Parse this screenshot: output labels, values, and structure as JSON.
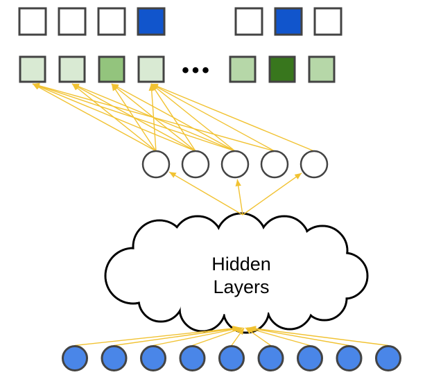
{
  "diagram": {
    "top_row": {
      "cells": [
        "white",
        "white",
        "white",
        "blue",
        "white",
        "blue",
        "white"
      ]
    },
    "embedding_row": {
      "cells": [
        "light",
        "light",
        "medium",
        "light",
        "mid",
        "dark",
        "mid"
      ]
    },
    "ellipsis": "•••",
    "cloud": {
      "label_line1": "Hidden",
      "label_line2": "Layers"
    },
    "output_nodes": {
      "count": 5
    },
    "input_nodes": {
      "count": 9
    },
    "connections": {
      "output_to_embedding": [
        [
          0,
          0
        ],
        [
          0,
          1
        ],
        [
          0,
          2
        ],
        [
          0,
          3
        ],
        [
          1,
          0
        ],
        [
          1,
          1
        ],
        [
          1,
          2
        ],
        [
          1,
          3
        ],
        [
          2,
          0
        ],
        [
          2,
          1
        ],
        [
          2,
          2
        ],
        [
          2,
          3
        ],
        [
          3,
          0
        ],
        [
          3,
          3
        ],
        [
          4,
          3
        ]
      ],
      "cloud_to_output": [
        0,
        2,
        4
      ]
    },
    "colors": {
      "white": "#ffffff",
      "blue": "#1155cc",
      "light": "#d9ead3",
      "medium": "#93c47d",
      "mid": "#b6d7a8",
      "dark": "#38761d",
      "input_fill": "#4a86e8",
      "border": "#434343",
      "arrow": "#f1c232",
      "cloud_stroke": "#000000",
      "cloud_fill": "#ffffff",
      "text": "#000000"
    }
  }
}
